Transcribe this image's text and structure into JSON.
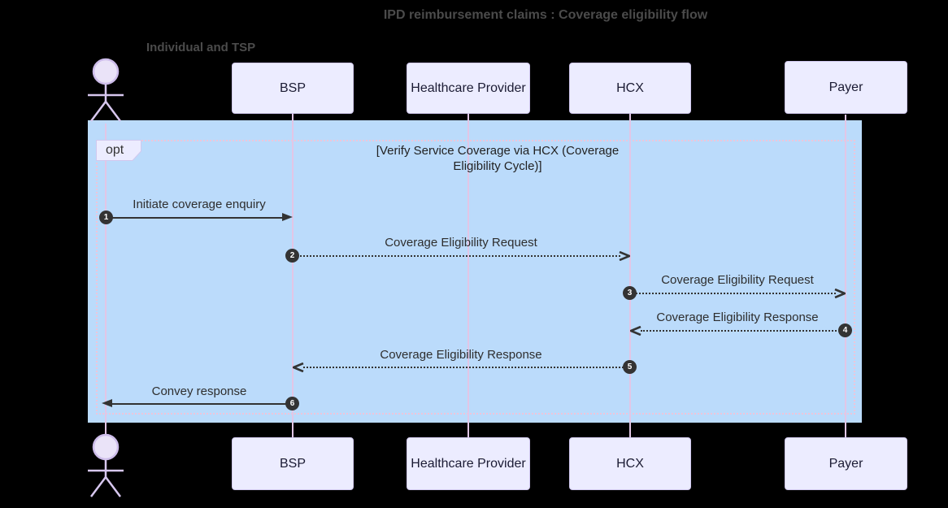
{
  "diagram": {
    "title": "IPD reimbursement claims : Coverage eligibility flow",
    "kind": "sequence-diagram"
  },
  "actors": [
    {
      "id": "individual",
      "label": "Individual and TSP",
      "kind": "person"
    },
    {
      "id": "bsp",
      "label": "BSP",
      "kind": "participant"
    },
    {
      "id": "healthcare-provider",
      "label": "Healthcare Provider",
      "kind": "participant"
    },
    {
      "id": "hcx",
      "label": "HCX",
      "kind": "participant"
    },
    {
      "id": "payer",
      "label": "Payer",
      "kind": "participant"
    }
  ],
  "opt_block": {
    "keyword": "opt",
    "condition": "[Verify Service Coverage via HCX (Coverage Eligibility Cycle)]"
  },
  "messages": [
    {
      "num": "1",
      "label": "Initiate coverage enquiry",
      "from": "Individual and TSP",
      "to": "BSP",
      "line": "solid"
    },
    {
      "num": "2",
      "label": "Coverage Eligibility Request",
      "from": "BSP",
      "to": "HCX",
      "line": "dashed"
    },
    {
      "num": "3",
      "label": "Coverage Eligibility Request",
      "from": "HCX",
      "to": "Payer",
      "line": "dashed"
    },
    {
      "num": "4",
      "label": "Coverage Eligibility Response",
      "from": "Payer",
      "to": "HCX",
      "line": "dashed"
    },
    {
      "num": "5",
      "label": "Coverage Eligibility Response",
      "from": "HCX",
      "to": "BSP",
      "line": "dashed"
    },
    {
      "num": "6",
      "label": "Convey response",
      "from": "BSP",
      "to": "Individual and TSP",
      "line": "solid"
    }
  ],
  "colors": {
    "background": "#000000",
    "highlight_rect": "#bbdbfb",
    "participant_fill": "#ececff",
    "participant_border": "#d0c8ee",
    "lifeline": "#e2c6e6",
    "opt_border": "#eec5d9",
    "arrow": "#333333",
    "badge_fill": "#333333",
    "badge_text": "#ffffff",
    "muted_text": "#4b4b4b"
  }
}
